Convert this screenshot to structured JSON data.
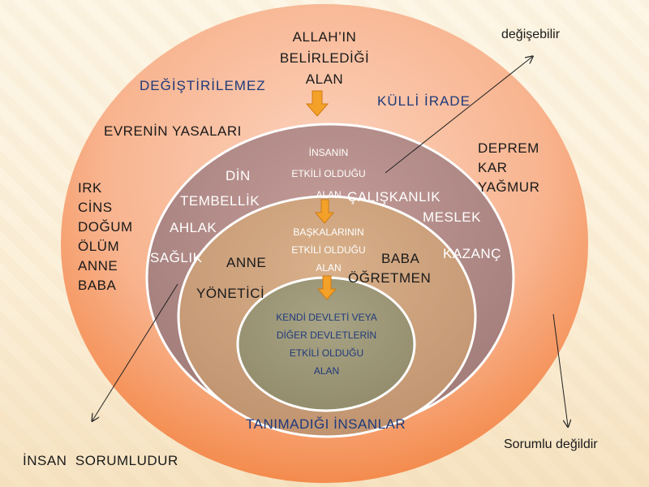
{
  "outer_circle": {
    "top_label": [
      "ALLAH’IN",
      "BELİRLEDİĞİ",
      "ALAN"
    ],
    "unchangeable": "DEĞİŞTİRİLEMEZ",
    "universal_will": "KÜLLİ İRADE",
    "laws_of_universe": "EVRENİN YASALARI",
    "left_list": [
      "IRK",
      "CİNS",
      "DOĞUM",
      "ÖLÜM",
      "ANNE",
      "BABA"
    ],
    "right_list": [
      "DEPREM",
      "KAR",
      "YAĞMUR"
    ]
  },
  "second_circle": {
    "top_label": [
      "İNSANIN",
      "ETKİLİ OLDUĞU",
      "ALAN"
    ],
    "religion": "DİN",
    "laziness": "TEMBELLİK",
    "morality": "AHLAK",
    "health": "SAĞLIK",
    "diligence": "ÇALIŞKANLIK",
    "profession": "MESLEK",
    "earnings": "KAZANÇ"
  },
  "third_circle": {
    "top_label": [
      "BAŞKALARININ",
      "ETKİLİ OLDUĞU",
      "ALAN"
    ],
    "mother": "ANNE",
    "manager": "YÖNETİCİ",
    "father": "BABA",
    "teacher": "ÖĞRETMEN",
    "strangers": "TANIMADIĞI İNSANLAR"
  },
  "inner_circle": {
    "label": [
      "KENDİ DEVLETİ VEYA",
      "DİĞER DEVLETLERİN",
      "ETKİLİ OLDUĞU",
      "ALAN"
    ]
  },
  "annotations": {
    "changeable": "değişebilir",
    "human_responsible": "İNSAN  SORUMLUDUR",
    "not_responsible": "Sorumlu değildir"
  },
  "colors": {
    "outer": "#f59c6a",
    "second": "#a88282",
    "third": "#c99e78",
    "inner": "#9f9a7a",
    "arrow_fill": "#f4a12a",
    "text_blue": "#1f3a7a"
  }
}
